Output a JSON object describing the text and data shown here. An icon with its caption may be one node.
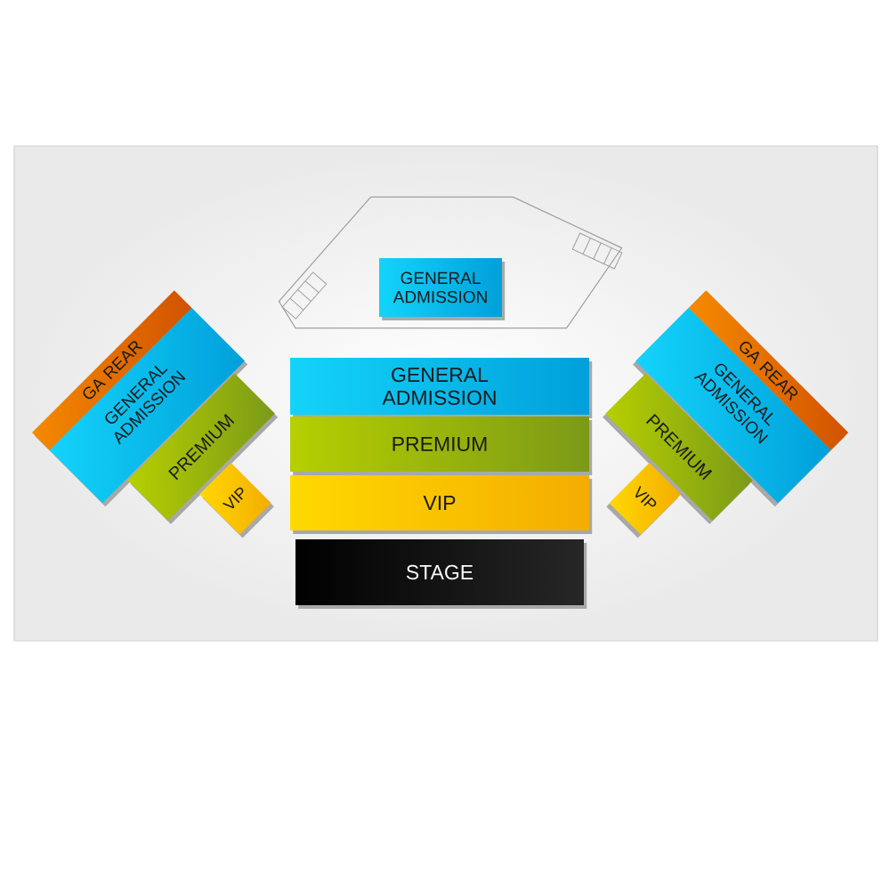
{
  "diagram": {
    "nodes": [
      {
        "text": [],
        "shape": "polygon"
      },
      {
        "text": [
          "GENERAL ADMISSION"
        ],
        "in": 0
      },
      {
        "text": [
          "GA REAR"
        ]
      },
      {
        "text": [
          "GENERAL ADMISSION"
        ]
      },
      {
        "text": [
          "PREMIUM"
        ]
      },
      {
        "text": [
          "VIP"
        ]
      },
      {
        "text": [
          "GENERAL ADMISSION"
        ]
      },
      {
        "text": [
          "PREMIUM"
        ]
      },
      {
        "text": [
          "VIP"
        ]
      },
      {
        "text": [
          "STAGE"
        ]
      },
      {
        "text": [
          "GA REAR"
        ]
      },
      {
        "text": [
          "GENERAL ADMISSION"
        ]
      },
      {
        "text": [
          "PREMIUM"
        ]
      },
      {
        "text": [
          "VIP"
        ]
      }
    ]
  }
}
